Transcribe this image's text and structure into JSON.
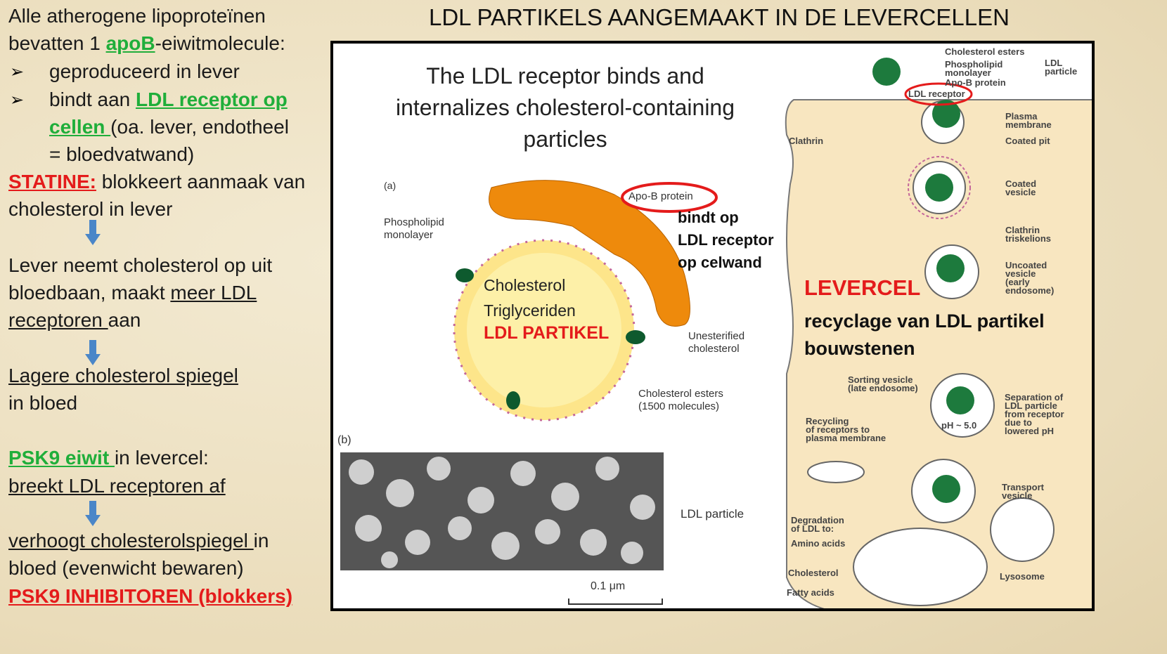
{
  "slide_title": "LDL PARTIKELS AANGEMAAKT IN DE LEVERCELLEN",
  "left": {
    "l1": "Alle atherogene lipoproteïnen",
    "l2a": "bevatten 1 ",
    "l2b": "apoB",
    "l2c": "-eiwitmolecule:",
    "b1": "geproduceerd in lever",
    "b2a": "bindt aan ",
    "b2b": "LDL receptor op",
    "b3a": "cellen ",
    "b3b": "(oa. lever, endotheel",
    "b4": "= bloedvatwand)",
    "s1a": "STATINE:",
    "s1b": " blokkeert aanmaak van",
    "s2": "cholesterol in lever",
    "p1": "Lever neemt cholesterol op uit",
    "p2a": "bloedbaan, maakt ",
    "p2b": "meer LDL",
    "p3a": "receptoren ",
    "p3b": "aan",
    "q1": "Lagere cholesterol spiegel",
    "q2": "in bloed",
    "k1a": "PSK9 eiwit ",
    "k1b": "in levercel:",
    "k2": "breekt LDL receptoren af",
    "k3a": "verhoogt cholesterolspiegel ",
    "k3b": "in",
    "k4": "bloed (evenwicht bewaren)",
    "k5": "PSK9 INHIBITOREN (blokkers)",
    "bullet": "➢"
  },
  "figure": {
    "heading": [
      "The LDL receptor binds and",
      "internalizes cholesterol-containing",
      "particles"
    ],
    "a": "(a)",
    "b": "(b)",
    "phospholipid": [
      "Phospholipid",
      "monolayer"
    ],
    "apob": "Apo-B protein",
    "binds": [
      "bindt op",
      "LDL receptor",
      "op celwand"
    ],
    "inner": [
      "Cholesterol",
      "Triglyceriden"
    ],
    "ldl_partikel": "LDL PARTIKEL",
    "unesterified": [
      "Unesterified",
      "cholesterol"
    ],
    "esters": [
      "Cholesterol esters",
      "(1500 molecules)"
    ],
    "ldl_particle": "LDL particle",
    "scale": "0.1 μm",
    "cell": {
      "top_labels": [
        "Cholesterol esters",
        "Phospholipid",
        "monolayer",
        "Apo-B protein"
      ],
      "ldl_particle": [
        "LDL",
        "particle"
      ],
      "ldl_receptor": "LDL receptor",
      "clathrin": "Clathrin",
      "plasma": [
        "Plasma",
        "membrane"
      ],
      "coated_pit": "Coated pit",
      "coated_vesicle": [
        "Coated",
        "vesicle"
      ],
      "triskelions": [
        "Clathrin",
        "triskelions"
      ],
      "uncoated": [
        "Uncoated",
        "vesicle",
        "(early",
        "endosome)"
      ],
      "levercel": "LEVERCEL",
      "recyclage": [
        "recyclage  van LDL partikel",
        "bouwstenen"
      ],
      "sorting": [
        "Sorting vesicle",
        "(late endosome)"
      ],
      "separation": [
        "Separation of",
        "LDL particle",
        "from receptor",
        "due to",
        "lowered pH"
      ],
      "ph": "pH ~ 5.0",
      "recycling": [
        "Recycling",
        "of receptors to",
        "plasma membrane"
      ],
      "transport": [
        "Transport",
        "vesicle"
      ],
      "degradation": [
        "Degradation",
        "of LDL to:"
      ],
      "amino": "Amino acids",
      "cholesterol": "Cholesterol",
      "fatty": "Fatty acids",
      "lysosome": "Lysosome"
    }
  },
  "colors": {
    "green": "#1fae3a",
    "red": "#e41b1b",
    "arrow": "#4a86c8",
    "orange": "#ee8a0c"
  }
}
